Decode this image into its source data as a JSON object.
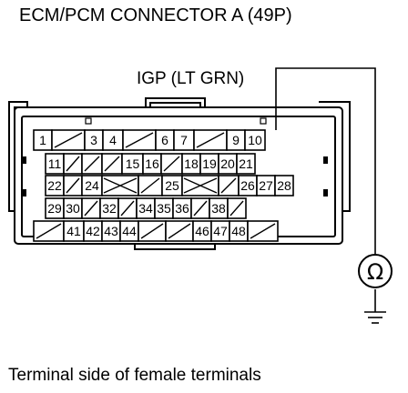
{
  "title": "ECM/PCM CONNECTOR A (49P)",
  "wire_label": "IGP (LT GRN)",
  "caption": "Terminal side of female terminals",
  "probe_terminal": "9",
  "meter_symbol": "Ω",
  "rows": [
    [
      "1",
      "",
      "3",
      "4",
      "",
      "6",
      "7",
      "",
      "9",
      "10"
    ],
    [
      "11",
      "",
      "",
      "",
      "15",
      "16",
      "",
      "18",
      "19",
      "20",
      "21"
    ],
    [
      "22",
      "",
      "24",
      "",
      "",
      "25",
      "",
      "",
      "26",
      "27",
      "28"
    ],
    [
      "29",
      "30",
      "",
      "32",
      "",
      "34",
      "35",
      "36",
      "",
      "38",
      ""
    ],
    [
      "",
      "41",
      "42",
      "43",
      "44",
      "",
      "",
      "46",
      "47",
      "48",
      ""
    ]
  ]
}
